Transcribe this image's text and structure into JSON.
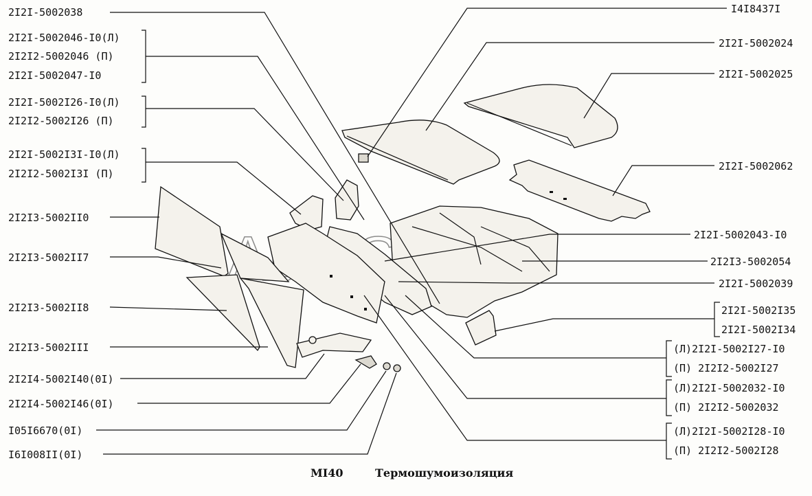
{
  "labels_left": [
    {
      "id": "l1",
      "text": "2I2I-5002038"
    },
    {
      "id": "l2",
      "text": "2I2I-5002046-I0(Л)"
    },
    {
      "id": "l3",
      "text": "2I2I2-5002046   (П)"
    },
    {
      "id": "l4",
      "text": "2I2I-5002047-I0"
    },
    {
      "id": "l5",
      "text": "2I2I-5002I26-I0(Л)"
    },
    {
      "id": "l6",
      "text": "2I2I2-5002I26   (П)"
    },
    {
      "id": "l7",
      "text": "2I2I-5002I3I-I0(Л)"
    },
    {
      "id": "l8",
      "text": "2I2I2-5002I3I   (П)"
    },
    {
      "id": "l9",
      "text": "2I2I3-5002II0"
    },
    {
      "id": "l10",
      "text": "2I2I3-5002II7"
    },
    {
      "id": "l11",
      "text": "2I2I3-5002II8"
    },
    {
      "id": "l12",
      "text": "2I2I3-5002III"
    },
    {
      "id": "l13",
      "text": "2I2I4-5002I40(0I)"
    },
    {
      "id": "l14",
      "text": "2I2I4-5002I46(0I)"
    },
    {
      "id": "l15",
      "text": "I05I6670(0I)"
    },
    {
      "id": "l16",
      "text": "I6I008II(0I)"
    }
  ],
  "labels_right": [
    {
      "id": "r1",
      "text": "I4I8437I"
    },
    {
      "id": "r2",
      "text": "2I2I-5002024"
    },
    {
      "id": "r3",
      "text": "2I2I-5002025"
    },
    {
      "id": "r4",
      "text": "2I2I-5002062"
    },
    {
      "id": "r5",
      "text": "2I2I-5002043-I0"
    },
    {
      "id": "r6",
      "text": "2I2I3-5002054"
    },
    {
      "id": "r7",
      "text": "2I2I-5002039"
    },
    {
      "id": "r8",
      "text": "2I2I-5002I35"
    },
    {
      "id": "r9",
      "text": "2I2I-5002I34"
    },
    {
      "id": "r10",
      "text": "(Л)2I2I-5002I27-I0"
    },
    {
      "id": "r11",
      "text": "(П)   2I2I2-5002I27"
    },
    {
      "id": "r12",
      "text": "(Л)2I2I-5002032-I0"
    },
    {
      "id": "r13",
      "text": "(П)   2I2I2-5002032"
    },
    {
      "id": "r14",
      "text": "(Л)2I2I-5002I28-I0"
    },
    {
      "id": "r15",
      "text": "(П)   2I2I2-5002I28"
    }
  ],
  "caption": {
    "code": "MI40",
    "title": "Термошумоизоляция"
  },
  "watermark": "AutoSoft"
}
